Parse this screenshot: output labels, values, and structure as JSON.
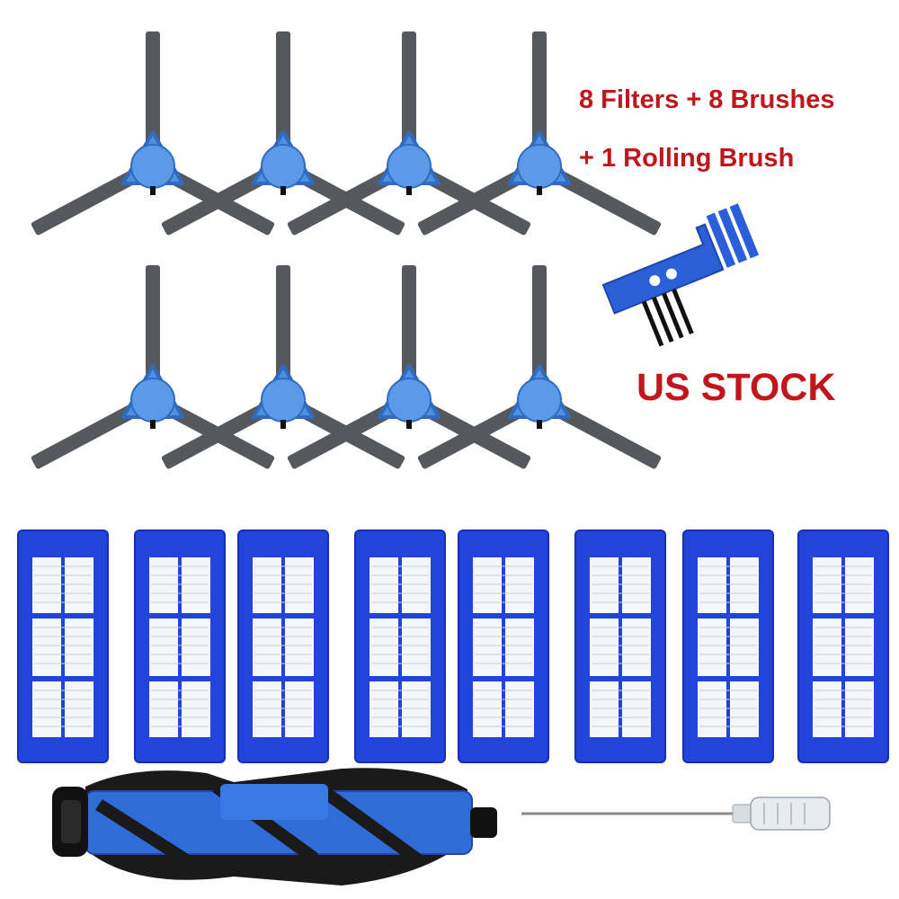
{
  "captions": {
    "line1": "8 Filters + 8 Brushes",
    "line2": "+ 1 Rolling Brush",
    "stock": "US STOCK"
  },
  "colors": {
    "caption": "#c0161c",
    "hub_blue": "#4f8fe0",
    "hub_blue_dark": "#2f6cc0",
    "bristle_gray": "#55585c",
    "filter_blue": "#2244dd",
    "filter_blue_dark": "#1530b0",
    "filter_media": "#f4f6fa",
    "roller_black": "#1a1a1a"
  },
  "icons": {
    "side_brush": "three-arm-side-brush",
    "filter": "hepa-filter",
    "cleaning_tool": "blue-cleaning-comb-tool",
    "rolling_brush": "rolling-main-brush",
    "screwdriver": "screwdriver"
  }
}
